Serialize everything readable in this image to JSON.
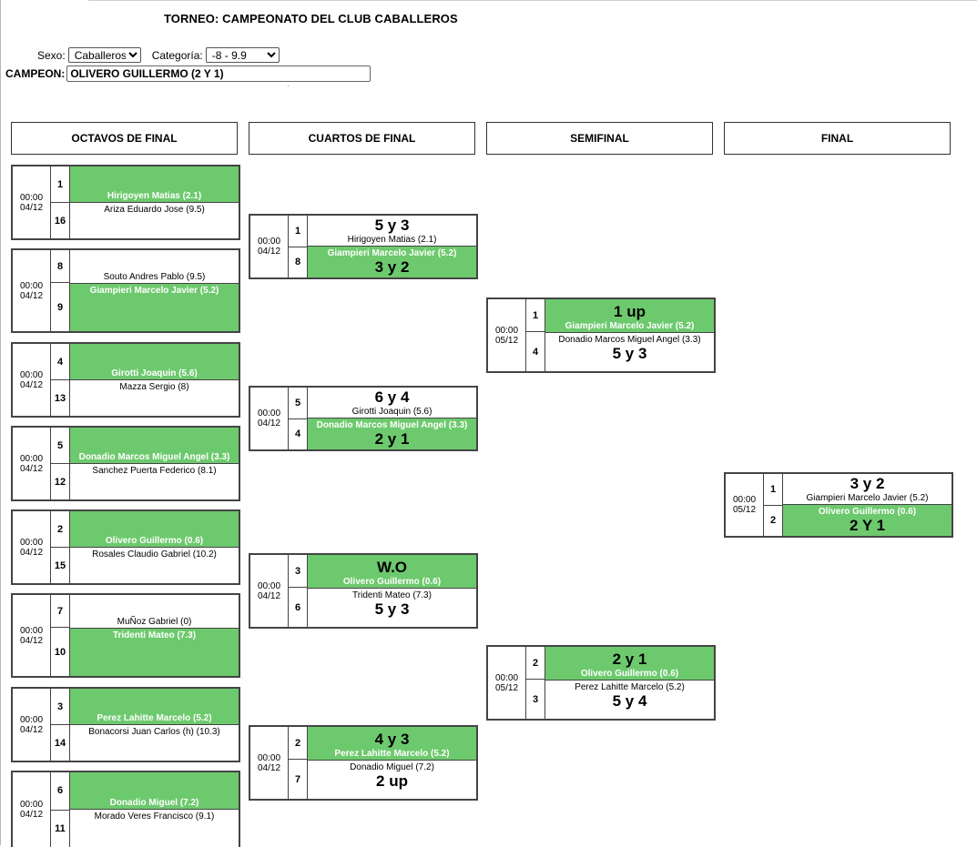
{
  "title": "TORNEO: CAMPEONATO DEL CLUB CABALLEROS",
  "filters": {
    "sexo_label": "Sexo:",
    "sexo_value": "Caballeros",
    "categoria_label": "Categoría:",
    "categoria_value": "-8 - 9.9"
  },
  "campeon": {
    "label": "CAMPEON:",
    "value": "OLIVERO GUILLERMO (2 Y 1)"
  },
  "rounds": [
    "OCTAVOS DE FINAL",
    "CUARTOS DE FINAL",
    "SEMIFINAL",
    "FINAL"
  ],
  "octavos": [
    {
      "time": "00:00",
      "date": "04/12",
      "p1": {
        "seed": "1",
        "name": "Hirigoyen Matias (2.1)",
        "win": true
      },
      "p2": {
        "seed": "16",
        "name": "Ariza Eduardo Jose (9.5)",
        "win": false
      }
    },
    {
      "time": "00:00",
      "date": "04/12",
      "p1": {
        "seed": "8",
        "name": "Souto Andres Pablo (9.5)",
        "win": false
      },
      "p2": {
        "seed": "9",
        "name": "Giampieri Marcelo Javier (5.2)",
        "win": true
      }
    },
    {
      "time": "00:00",
      "date": "04/12",
      "p1": {
        "seed": "4",
        "name": "Girotti Joaquin (5.6)",
        "win": true
      },
      "p2": {
        "seed": "13",
        "name": "Mazza Sergio (8)",
        "win": false
      }
    },
    {
      "time": "00:00",
      "date": "04/12",
      "p1": {
        "seed": "5",
        "name": "Donadio Marcos Miguel Angel (3.3)",
        "win": true
      },
      "p2": {
        "seed": "12",
        "name": "Sanchez Puerta Federico (8.1)",
        "win": false
      }
    },
    {
      "time": "00:00",
      "date": "04/12",
      "p1": {
        "seed": "2",
        "name": "Olivero Guillermo (0.6)",
        "win": true
      },
      "p2": {
        "seed": "15",
        "name": "Rosales Claudio Gabriel (10.2)",
        "win": false
      }
    },
    {
      "time": "00:00",
      "date": "04/12",
      "p1": {
        "seed": "7",
        "name": "MuÑoz Gabriel (0)",
        "win": false
      },
      "p2": {
        "seed": "10",
        "name": "Tridenti Mateo (7.3)",
        "win": true
      }
    },
    {
      "time": "00:00",
      "date": "04/12",
      "p1": {
        "seed": "3",
        "name": "Perez Lahitte Marcelo (5.2)",
        "win": true
      },
      "p2": {
        "seed": "14",
        "name": "Bonacorsi Juan Carlos (h) (10.3)",
        "win": false
      }
    },
    {
      "time": "00:00",
      "date": "04/12",
      "p1": {
        "seed": "6",
        "name": "Donadio Miguel (7.2)",
        "win": true
      },
      "p2": {
        "seed": "11",
        "name": "Morado Veres Francisco (9.1)",
        "win": false
      }
    }
  ],
  "cuartos": [
    {
      "time": "00:00",
      "date": "04/12",
      "p1": {
        "seed": "1",
        "name": "Hirigoyen Matias (2.1)",
        "win": false,
        "score": "5 y 3"
      },
      "p2": {
        "seed": "8",
        "name": "Giampieri Marcelo Javier (5.2)",
        "win": true,
        "score": "3 y 2"
      }
    },
    {
      "time": "00:00",
      "date": "04/12",
      "p1": {
        "seed": "5",
        "name": "Girotti Joaquin (5.6)",
        "win": false,
        "score": "6 y 4"
      },
      "p2": {
        "seed": "4",
        "name": "Donadio Marcos Miguel Angel (3.3)",
        "win": true,
        "score": "2 y 1"
      }
    },
    {
      "time": "00:00",
      "date": "04/12",
      "p1": {
        "seed": "3",
        "name": "Olivero Guillermo (0.6)",
        "win": true,
        "score": "W.O"
      },
      "p2": {
        "seed": "6",
        "name": "Tridenti Mateo (7.3)",
        "win": false,
        "score": "5 y 3"
      }
    },
    {
      "time": "00:00",
      "date": "04/12",
      "p1": {
        "seed": "2",
        "name": "Perez Lahitte Marcelo (5.2)",
        "win": true,
        "score": "4 y 3"
      },
      "p2": {
        "seed": "7",
        "name": "Donadio Miguel (7.2)",
        "win": false,
        "score": "2 up"
      }
    }
  ],
  "semifinal": [
    {
      "time": "00:00",
      "date": "05/12",
      "p1": {
        "seed": "1",
        "name": "Giampieri Marcelo Javier (5.2)",
        "win": true,
        "score": "1 up"
      },
      "p2": {
        "seed": "4",
        "name": "Donadio Marcos Miguel Angel (3.3)",
        "win": false,
        "score": "5 y 3"
      }
    },
    {
      "time": "00:00",
      "date": "05/12",
      "p1": {
        "seed": "2",
        "name": "Olivero Guillermo (0.6)",
        "win": true,
        "score": "2 y 1"
      },
      "p2": {
        "seed": "3",
        "name": "Perez Lahitte Marcelo (5.2)",
        "win": false,
        "score": "5 y 4"
      }
    }
  ],
  "final": [
    {
      "time": "00:00",
      "date": "05/12",
      "p1": {
        "seed": "1",
        "name": "Giampieri Marcelo Javier (5.2)",
        "win": false,
        "score": "3 y 2"
      },
      "p2": {
        "seed": "2",
        "name": "Olivero Guillermo (0.6)",
        "win": true,
        "score": "2 Y 1"
      }
    }
  ],
  "colors": {
    "winner_bg": "#6dc96d",
    "border": "#444444"
  }
}
